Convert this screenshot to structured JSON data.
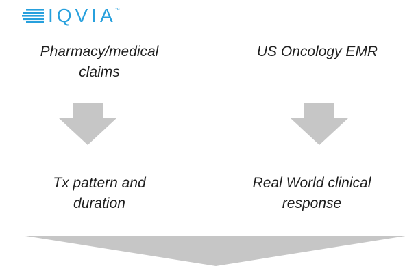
{
  "logo": {
    "text": "IQVIA",
    "tm": "™",
    "color": "#27a0dd"
  },
  "sources": [
    {
      "label": "Pharmacy/medical\nclaims"
    },
    {
      "label": "US Oncology EMR"
    }
  ],
  "outputs": [
    {
      "label": "Tx pattern and\nduration"
    },
    {
      "label": "Real World clinical\nresponse"
    }
  ],
  "colors": {
    "arrow": "#c6c6c6",
    "text": "#1f1f1f"
  }
}
